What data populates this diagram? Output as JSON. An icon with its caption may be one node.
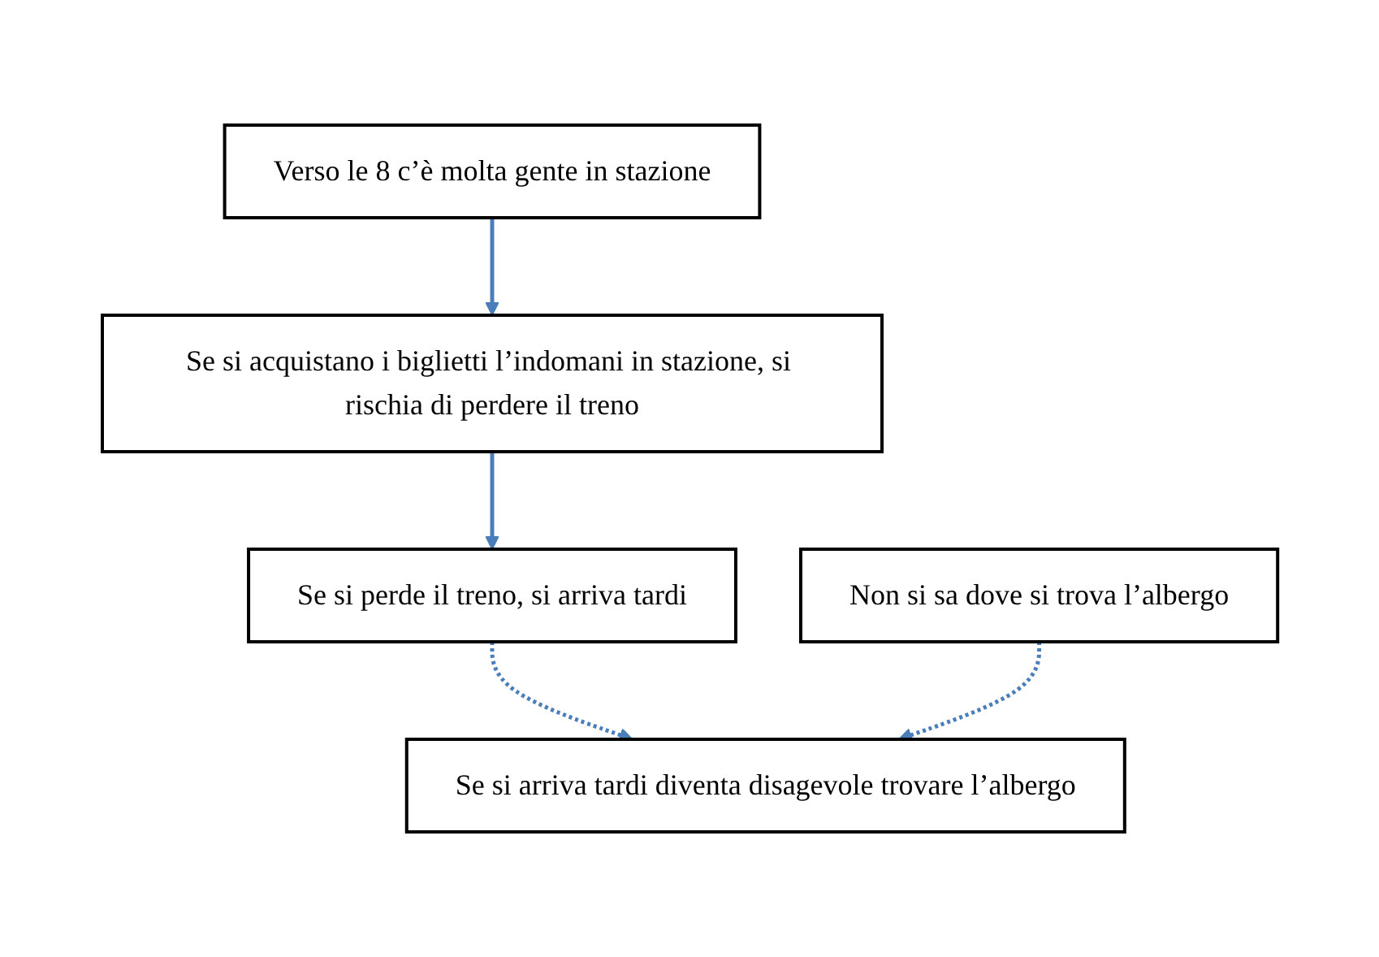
{
  "diagram": {
    "nodes": [
      {
        "text": [
          "Verso le 8 c’è molta gente in stazione"
        ]
      },
      {
        "text": [
          "Se si acquistano i biglietti l’indomani in stazione, si rischia di perdere il treno"
        ]
      },
      {
        "text": [
          "Se si perde il treno, si arriva tardi"
        ]
      },
      {
        "text": [
          "Non si sa dove si trova l’albergo"
        ]
      },
      {
        "text": [
          "Se si arriva tardi diventa disagevole trovare l’albergo"
        ]
      }
    ],
    "edges": [
      {
        "from": 0,
        "to": 1,
        "arrow": "to"
      },
      {
        "from": 1,
        "to": 2,
        "arrow": "to"
      },
      {
        "from": 2,
        "to": 4,
        "arrow": "to",
        "style": "dashed"
      },
      {
        "from": 3,
        "to": 4,
        "arrow": "to",
        "style": "dashed"
      }
    ]
  }
}
